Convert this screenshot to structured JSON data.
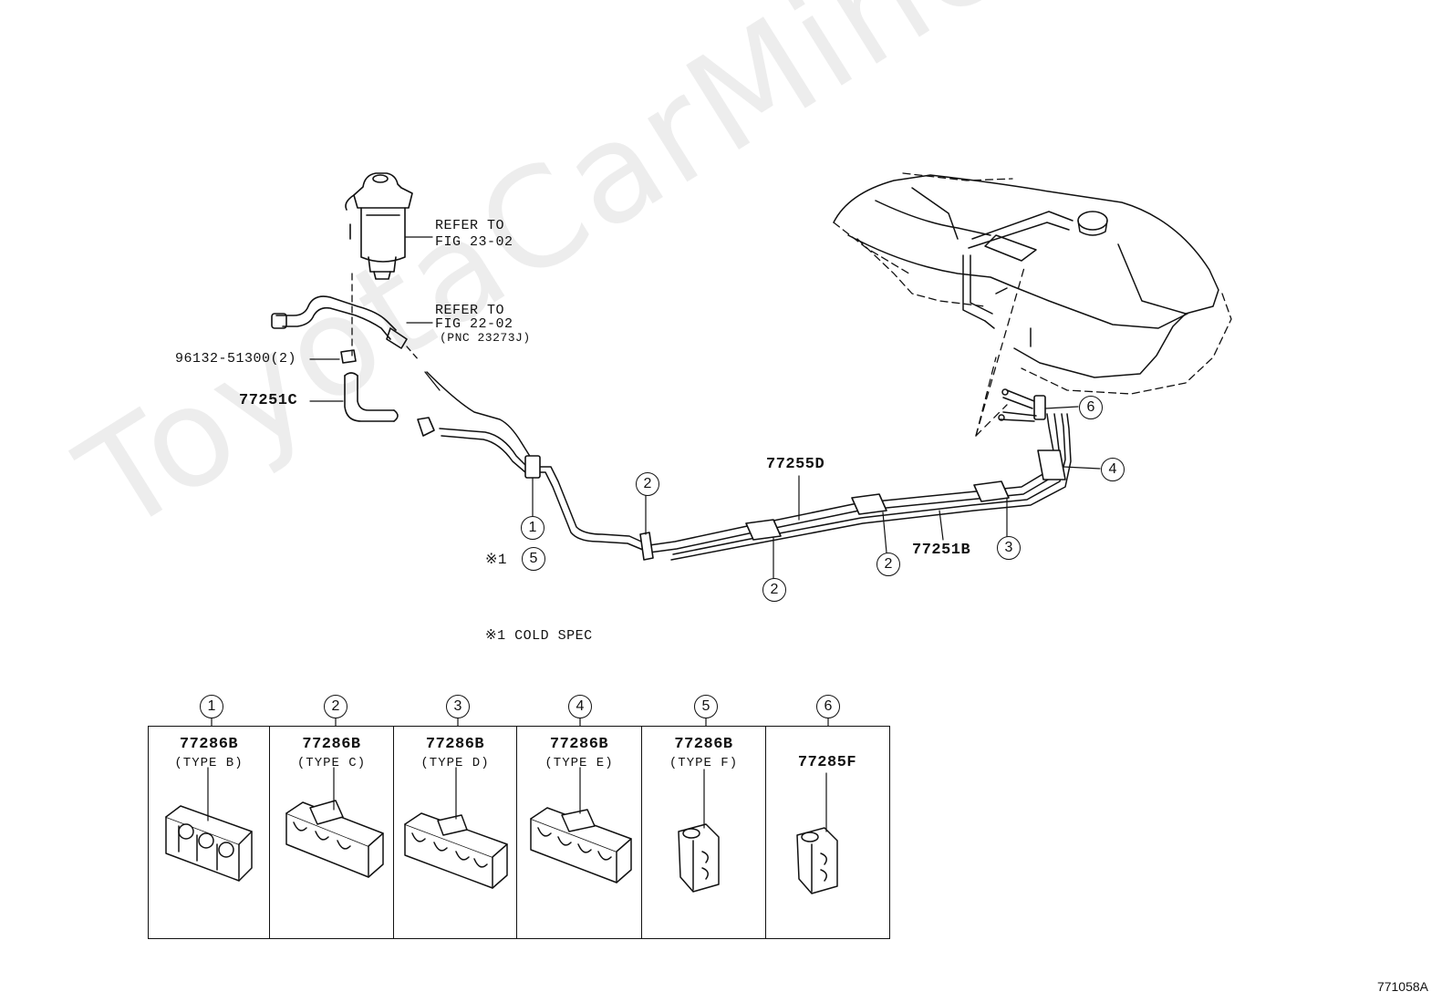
{
  "watermark": "ToyotaCarMine.ru",
  "refs": {
    "fig23": {
      "line1": "REFER TO",
      "line2": "FIG 23-02"
    },
    "fig22": {
      "line1": "REFER TO",
      "line2": "FIG 22-02",
      "line3": "(PNC 23273J)"
    }
  },
  "parts": {
    "clamp_bolt": "96132-51300(2)",
    "hose": "77251C",
    "tube_main": "77255D",
    "tube_return": "77251B"
  },
  "callouts": {
    "c1": "1",
    "c2": "2",
    "c3": "3",
    "c4": "4",
    "c5": "5",
    "c6": "6"
  },
  "note": {
    "mark": "※1",
    "text": "※1  COLD SPEC"
  },
  "legend": [
    {
      "num": "1",
      "part": "77286B",
      "type": "(TYPE B)"
    },
    {
      "num": "2",
      "part": "77286B",
      "type": "(TYPE C)"
    },
    {
      "num": "3",
      "part": "77286B",
      "type": "(TYPE D)"
    },
    {
      "num": "4",
      "part": "77286B",
      "type": "(TYPE E)"
    },
    {
      "num": "5",
      "part": "77286B",
      "type": "(TYPE F)"
    },
    {
      "num": "6",
      "part": "77285F",
      "type": ""
    }
  ],
  "figure_id": "771058A"
}
